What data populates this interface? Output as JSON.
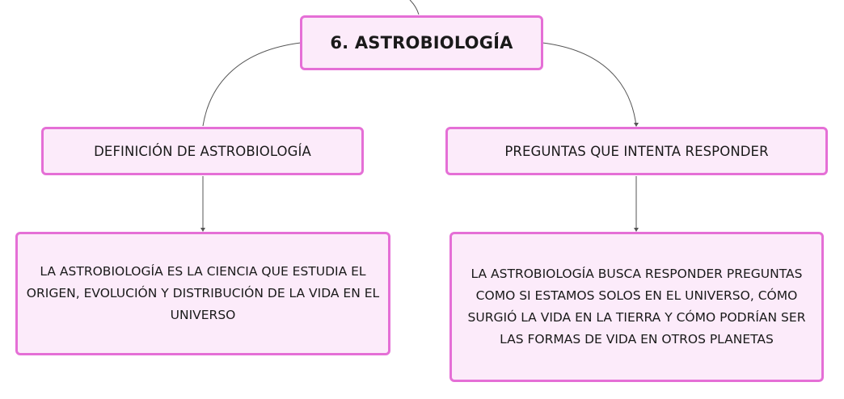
{
  "diagram": {
    "root": {
      "label": "6. ASTROBIOLOGÍA",
      "fill": "#fcebfa",
      "border": "#e56fd6"
    },
    "branches": [
      {
        "label": "DEFINICIÓN DE ASTROBIOLOGÍA",
        "detail": "LA ASTROBIOLOGÍA ES LA CIENCIA QUE ESTUDIA EL ORIGEN, EVOLUCIÓN Y DISTRIBUCIÓN DE LA VIDA EN EL UNIVERSO"
      },
      {
        "label": "PREGUNTAS QUE INTENTA RESPONDER",
        "detail": "LA ASTROBIOLOGÍA BUSCA RESPONDER PREGUNTAS COMO SI ESTAMOS SOLOS EN EL UNIVERSO, CÓMO SURGIÓ LA VIDA EN LA TIERRA Y CÓMO PODRÍAN SER LAS FORMAS DE VIDA EN OTROS PLANETAS"
      }
    ],
    "connector_color": "#555555"
  }
}
